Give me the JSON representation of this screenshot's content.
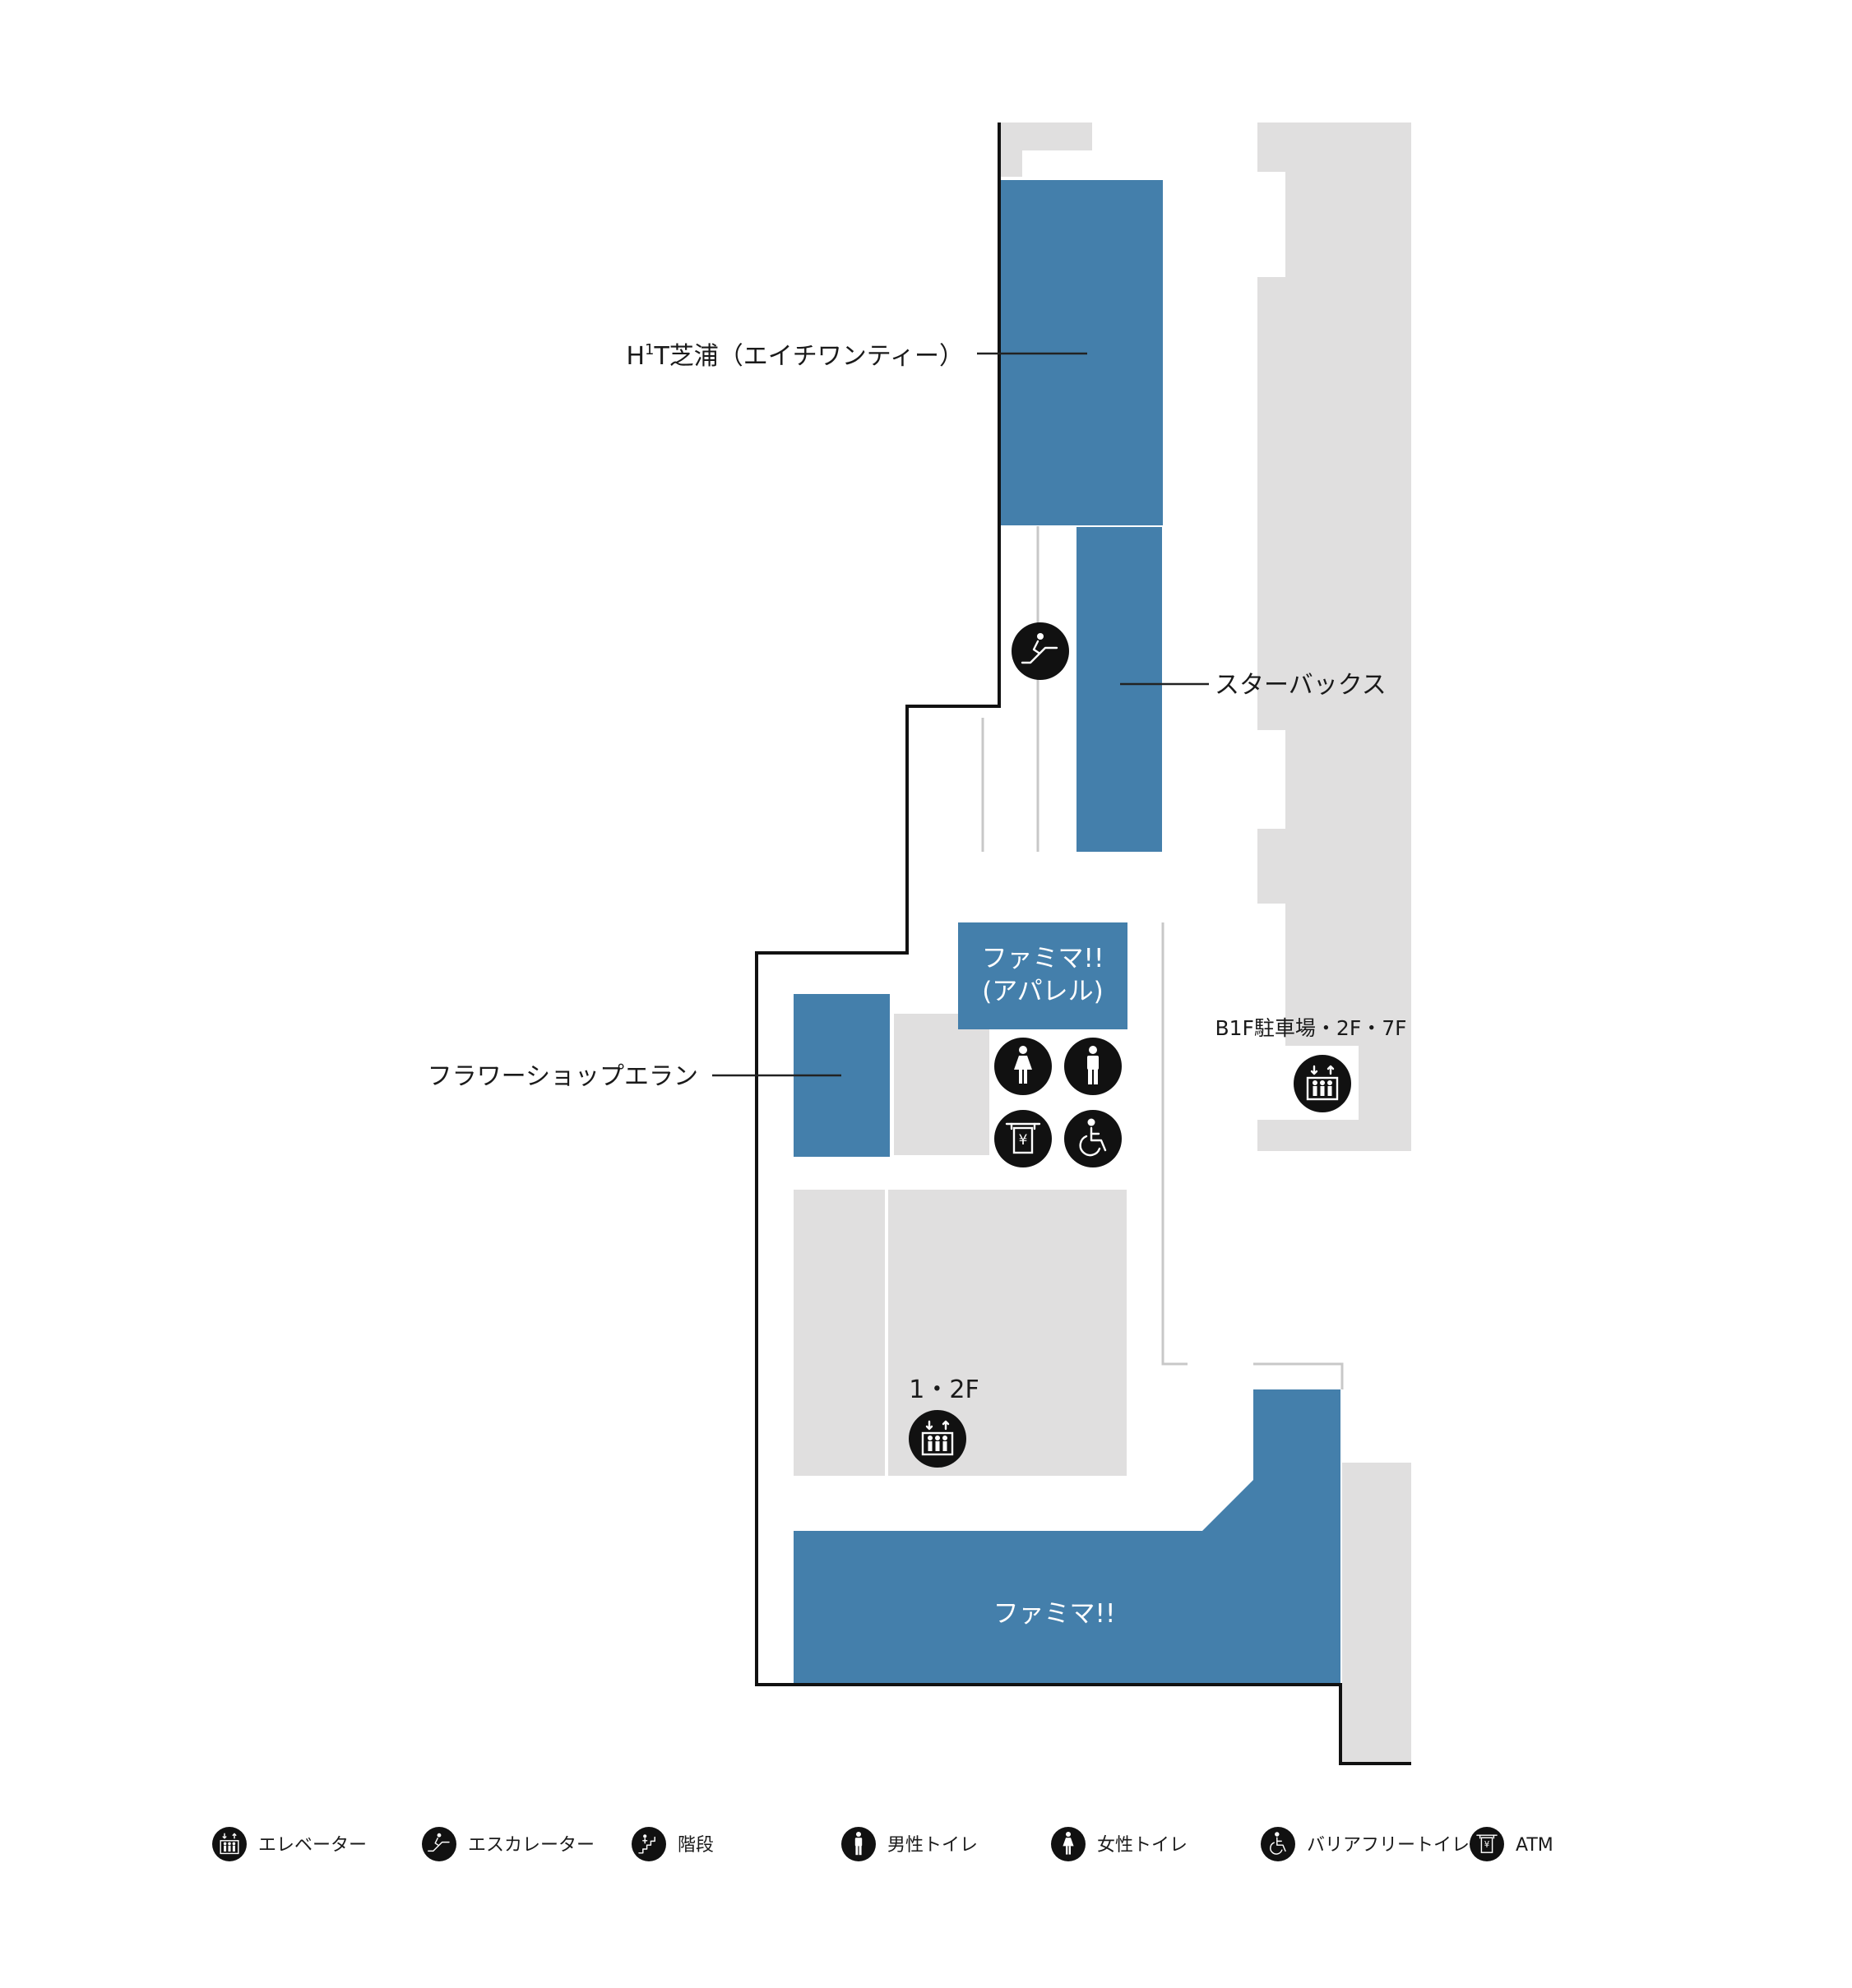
{
  "shops": {
    "h1t": {
      "label": "H",
      "label_sup": "1",
      "label_rest": "T芝浦（エイチワンティー）"
    },
    "starbucks": {
      "label": "スターバックス"
    },
    "famima_apparel": {
      "line1": "ファミマ!!",
      "line2": "(アパレル)"
    },
    "flower_shop": {
      "label": "フラワーショップエラン"
    },
    "famima": {
      "label": "ファミマ!!"
    }
  },
  "elevators": {
    "parking": {
      "label": "B1F駐車場・2F・7F"
    },
    "floors12": {
      "label": "1・2F"
    }
  },
  "legend": [
    {
      "icon": "elevator-icon",
      "label": "エレベーター"
    },
    {
      "icon": "escalator-icon",
      "label": "エスカレーター"
    },
    {
      "icon": "stairs-icon",
      "label": "階段"
    },
    {
      "icon": "mens-toilet-icon",
      "label": "男性トイレ"
    },
    {
      "icon": "womens-toilet-icon",
      "label": "女性トイレ"
    },
    {
      "icon": "accessible-toilet-icon",
      "label": "バリアフリートイレ"
    },
    {
      "icon": "atm-icon",
      "label": "ATM"
    }
  ],
  "colors": {
    "store": "#447fab",
    "common_area": "#e0dfdf",
    "wall": "#111111"
  }
}
